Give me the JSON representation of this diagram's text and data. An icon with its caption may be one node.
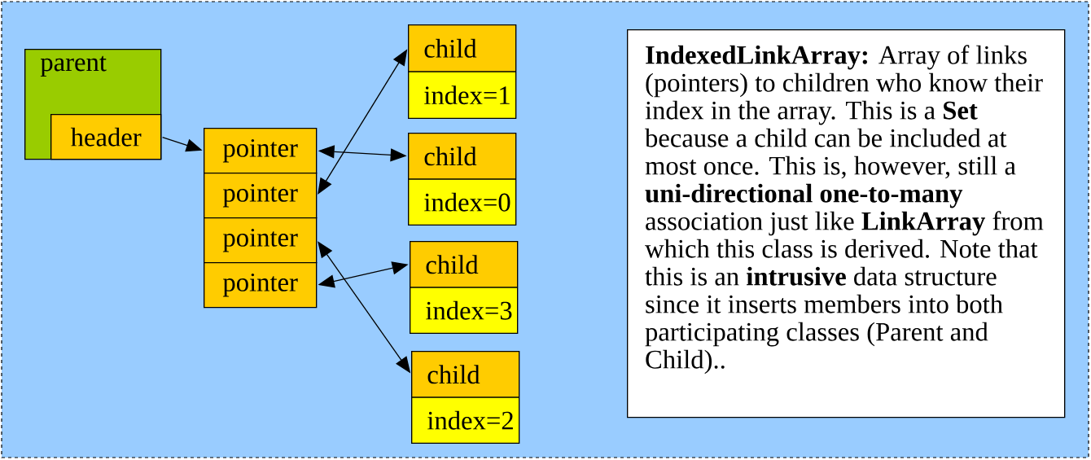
{
  "diagram": {
    "nodes": [
      {
        "text": [
          "parent"
        ]
      },
      {
        "text": [
          "header"
        ],
        "in": 0
      },
      {
        "text": [
          "pointer"
        ]
      },
      {
        "text": [
          "pointer"
        ]
      },
      {
        "text": [
          "pointer"
        ]
      },
      {
        "text": [
          "pointer"
        ]
      },
      {
        "text": [
          "child",
          "index=1"
        ]
      },
      {
        "text": [
          "child",
          "index=0"
        ]
      },
      {
        "text": [
          "child",
          "index=3"
        ]
      },
      {
        "text": [
          "child",
          "index=2"
        ]
      },
      {
        "text": [
          "**IndexedLinkArray:** Array of links (pointers) to children who know their index in the array. This is a **Set** because a child can be included at most once. This is, however, still a **uni-directional one-to-many** association just like **LinkArray** from which this class is derived. Note that this is an **intrusive** data structure since it inserts members into both participating classes (Parent and Child).."
        ]
      }
    ],
    "edges": [
      {
        "from": 1,
        "to": 2,
        "arrow": "to"
      },
      {
        "from": 2,
        "to": 7,
        "arrow": "both"
      },
      {
        "from": 3,
        "to": 6,
        "arrow": "both"
      },
      {
        "from": 5,
        "to": 8,
        "arrow": "both"
      },
      {
        "from": 4,
        "to": 9,
        "arrow": "both"
      }
    ]
  }
}
